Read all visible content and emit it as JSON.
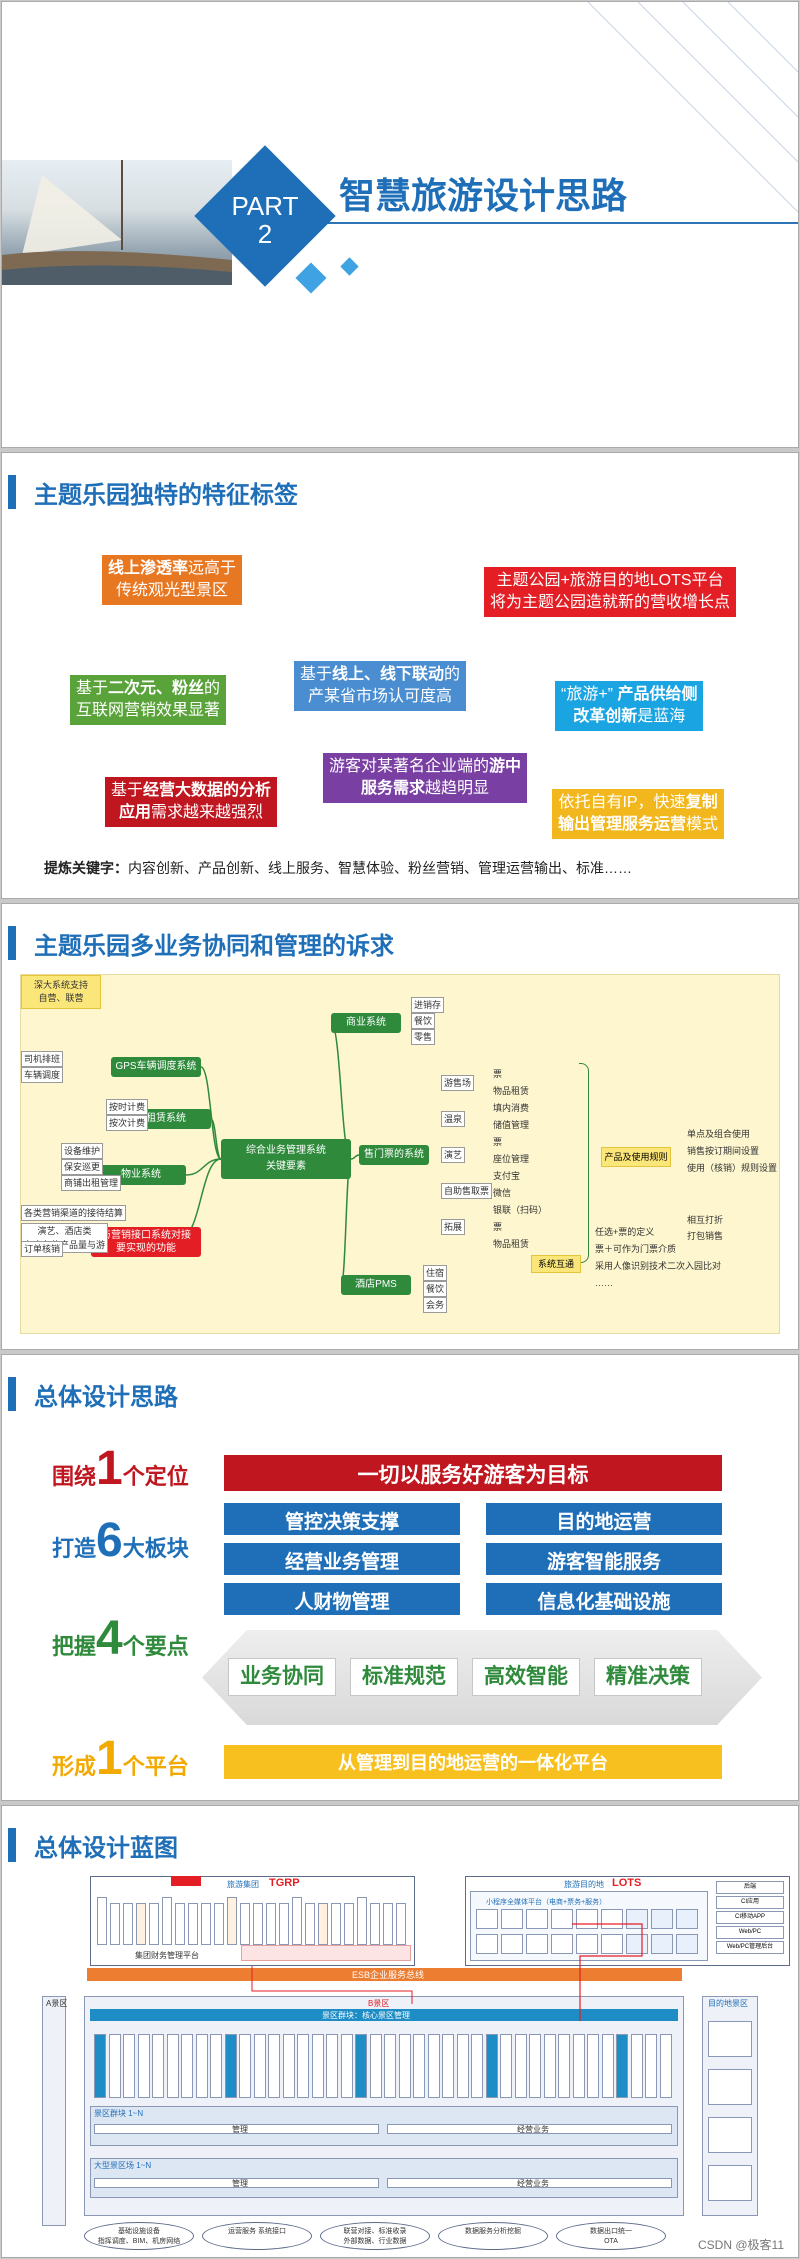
{
  "slide1": {
    "part_label": "PART",
    "part_num": "2",
    "title": "智慧旅游设计思路"
  },
  "slide2": {
    "title": "主题乐园独特的特征标签",
    "tags": [
      {
        "pre": "",
        "bold": "线上渗透率",
        "post": "远高于\n传统观光型景区",
        "color": "#e87722"
      },
      {
        "pre": "主题公园+旅游目的地LOTS平台\n将为主题公园造就新的营收增长点",
        "bold": "",
        "post": "",
        "color": "#e31e24"
      },
      {
        "pre": "基于",
        "bold": "二次元、粉丝",
        "post": "的\n互联网营销效果显著",
        "color": "#5aa33a"
      },
      {
        "pre": "基于",
        "bold": "线上、线下联动",
        "post": "的\n产某省市场认可度高",
        "color": "#4a8ed1"
      },
      {
        "pre": "“旅游+” ",
        "bold": "产品供给侧\n改革创新",
        "post": "是蓝海",
        "color": "#1ba4e2"
      },
      {
        "pre": "游客对某著名企业端的",
        "bold": "游中\n服务需求",
        "post": "越趋明显",
        "color": "#7a3fa3"
      },
      {
        "pre": "基于",
        "bold": "经营大数据的分析\n应用",
        "post": "需求越来越强烈",
        "color": "#c0161f"
      },
      {
        "pre": "依托自有IP，快速",
        "bold": "复制\n输出管理服务运营",
        "post": "模式",
        "color": "#f2b71c"
      }
    ],
    "keywords_label": "提炼关键字：",
    "keywords": "内容创新、产品创新、线上服务、智慧体验、粉丝营销、管理运营输出、标准……"
  },
  "slide3": {
    "title": "主题乐园多业务协同和管理的诉求",
    "center": "综合业务管理系统\n关键要素",
    "left_systems": [
      "GPS车辆调度系统",
      "租赁系统",
      "物业系统",
      "与营销接口系统对接\n要实现的功能"
    ],
    "left_items": [
      [
        "司机排班",
        "车辆调度"
      ],
      [
        "按时计费",
        "按次计费"
      ],
      [
        "设备维护",
        "保安巡更",
        "商铺出租管理"
      ],
      [
        "各类营销渠道的接待结算",
        "演艺、酒店类\n有库存的产品量与游",
        "订单核销"
      ]
    ],
    "right_systems": [
      "商业系统",
      "售门票的系统",
      "酒店PMS"
    ],
    "commerce_items": [
      "进销存",
      "餐饮",
      "零售"
    ],
    "commerce_note": "深大系统支持\n自营、联营",
    "ticket_items": [
      "游售场",
      "温泉",
      "演艺",
      "自助售取票",
      "拓展"
    ],
    "ticket_sub": [
      "票",
      "物品租赁",
      "填内消费",
      "储值管理",
      "票",
      "座位管理",
      "支付宝",
      "微信",
      "银联（扫码）",
      "票",
      "物品租赁"
    ],
    "hotel_items": [
      "住宿",
      "餐饮",
      "会务"
    ],
    "product_box": "产品及使用规则",
    "product_rules": [
      "单点及组合使用",
      "销售按订期间设置",
      "使用（核销）规则设置"
    ],
    "system_link": "系统互通",
    "link_items": [
      "任选+票的定义",
      "票＋可作为门票介质",
      "采用人像识别技术二次入园比对",
      "……"
    ],
    "extra_items": [
      "相互打折",
      "打包销售"
    ]
  },
  "slide4": {
    "title": "总体设计思路",
    "rows": [
      {
        "pre": "围绕",
        "num": "1",
        "post": "个定位",
        "color": "#c0161f"
      },
      {
        "pre": "打造",
        "num": "6",
        "post": "大板块",
        "color": "#1f6fb8"
      },
      {
        "pre": "把握",
        "num": "4",
        "post": "个要点",
        "color": "#2f8a3c"
      },
      {
        "pre": "形成",
        "num": "1",
        "post": "个平台",
        "color": "#f2a900"
      }
    ],
    "positioning": "一切以服务好游客为目标",
    "blocks": [
      "管控决策支撑",
      "目的地运营",
      "经营业务管理",
      "游客智能服务",
      "人财物管理",
      "信息化基础设施"
    ],
    "points": [
      "业务协同",
      "标准规范",
      "高效智能",
      "精准决策"
    ],
    "platform": "从管理到目的地运营的一体化平台"
  },
  "slide5": {
    "title": "总体设计蓝图",
    "tgrp_group": "旅游集团",
    "tgrp": "TGRP",
    "tgrp_sub": "集团财务管理平台",
    "lots_group": "旅游目的地",
    "lots": "LOTS",
    "lots_sub": "小程序全媒体平台（电商+票务+服务）",
    "lots_right": [
      "后端",
      "CI应用",
      "CI移动APP",
      "Web/PC",
      "Web/PC管理后台"
    ],
    "esb": "ESB企业服务总线",
    "b_label": "B景区",
    "a_label": "A景区",
    "core": "景区群块：核心景区管理",
    "mgmt": "管理",
    "ops": "经营业务",
    "row_a": "景区群块 1~N",
    "row_b": "大型景区场 1~N",
    "right_label": "目的地景区",
    "bottom": [
      "基础设施设备\n指挥调度、BIM、机房网络",
      "运营服务 系统接口",
      "联营对接、标准收录\n外部数据、行业数据",
      "数据服务分析挖掘",
      "数据出口统一\nOTA"
    ],
    "watermark": "CSDN @极客11"
  }
}
